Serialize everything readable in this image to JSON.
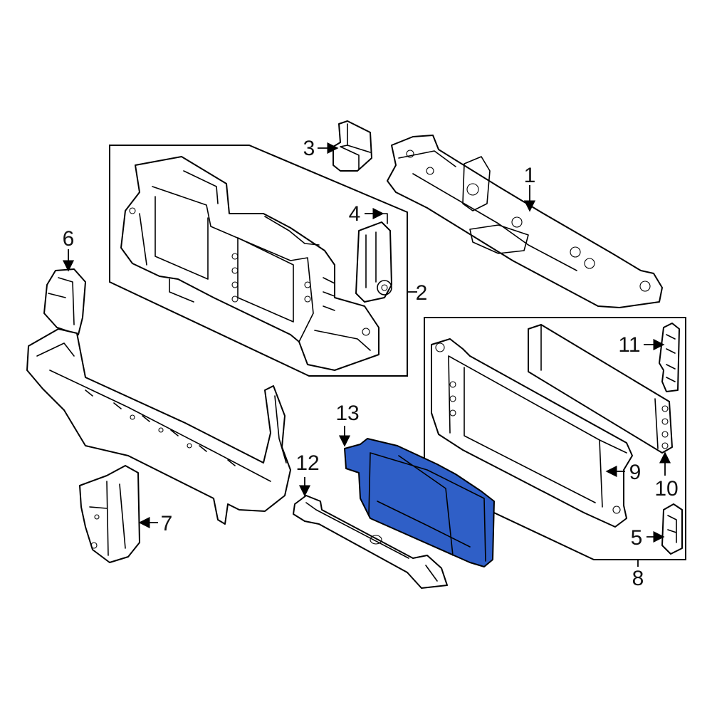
{
  "highlight_color": "#2f5fc7",
  "callouts": {
    "c1": "1",
    "c2": "2",
    "c3": "3",
    "c4": "4",
    "c5": "5",
    "c6": "6",
    "c7": "7",
    "c8": "8",
    "c9": "9",
    "c10": "10",
    "c11": "11",
    "c12": "12",
    "c13": "13"
  },
  "highlighted_part": "13"
}
